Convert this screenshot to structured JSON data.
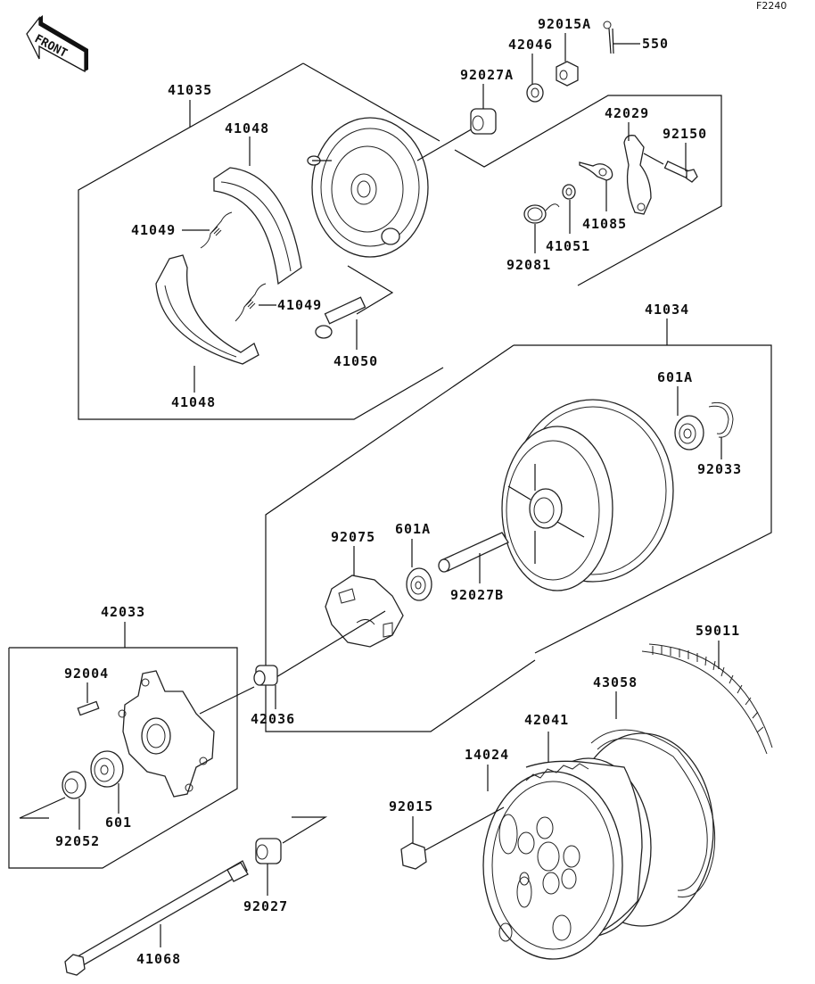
{
  "diagram": {
    "figure_code": "F2240",
    "orientation_label": "FRONT",
    "groups": [
      {
        "id": "41035",
        "description": "brake panel assembly"
      },
      {
        "id": "41034",
        "description": "drum/hub assembly"
      },
      {
        "id": "42033",
        "description": "sprocket hub assembly"
      }
    ],
    "part_labels": {
      "p92015A": "92015A",
      "p550": "550",
      "p42046": "42046",
      "p92027A": "92027A",
      "p41035": "41035",
      "p41048a": "41048",
      "p42029": "42029",
      "p92150": "92150",
      "p41049a": "41049",
      "p41049b": "41049",
      "p41085": "41085",
      "p41051": "41051",
      "p92081": "92081",
      "p41050": "41050",
      "p41048b": "41048",
      "p41034": "41034",
      "p601A_top": "601A",
      "p92033": "92033",
      "p92075": "92075",
      "p601A_mid": "601A",
      "p92027B": "92027B",
      "p42033": "42033",
      "p92004": "92004",
      "p42036": "42036",
      "p59011": "59011",
      "p43058": "43058",
      "p42041": "42041",
      "p14024": "14024",
      "p92015": "92015",
      "p92052": "92052",
      "p601": "601",
      "p92027": "92027",
      "p41068": "41068"
    }
  }
}
